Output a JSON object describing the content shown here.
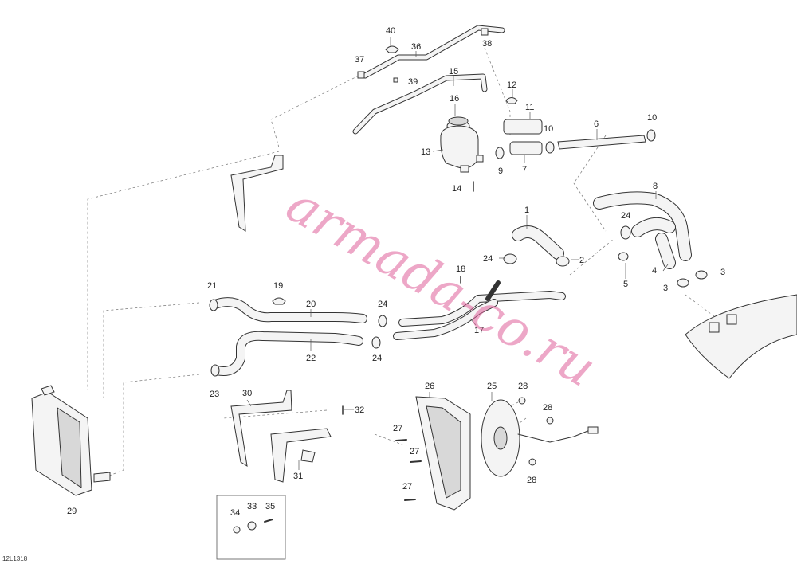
{
  "diagram_code": "12L1318",
  "watermark_text": "armada-co.ru",
  "callouts": [
    "40",
    "36",
    "38",
    "37",
    "39",
    "15",
    "12",
    "16",
    "11",
    "10",
    "6",
    "10",
    "13",
    "9",
    "7",
    "14",
    "8",
    "1",
    "24",
    "24",
    "2",
    "18",
    "5",
    "4",
    "3",
    "3",
    "21",
    "19",
    "20",
    "24",
    "17",
    "22",
    "24",
    "23",
    "26",
    "25",
    "28",
    "28",
    "30",
    "32",
    "27",
    "27",
    "27",
    "28",
    "29",
    "31",
    "34",
    "33",
    "35"
  ],
  "colors": {
    "watermark": "#e0609a",
    "line": "#333333",
    "part_fill": "#f4f4f4"
  }
}
